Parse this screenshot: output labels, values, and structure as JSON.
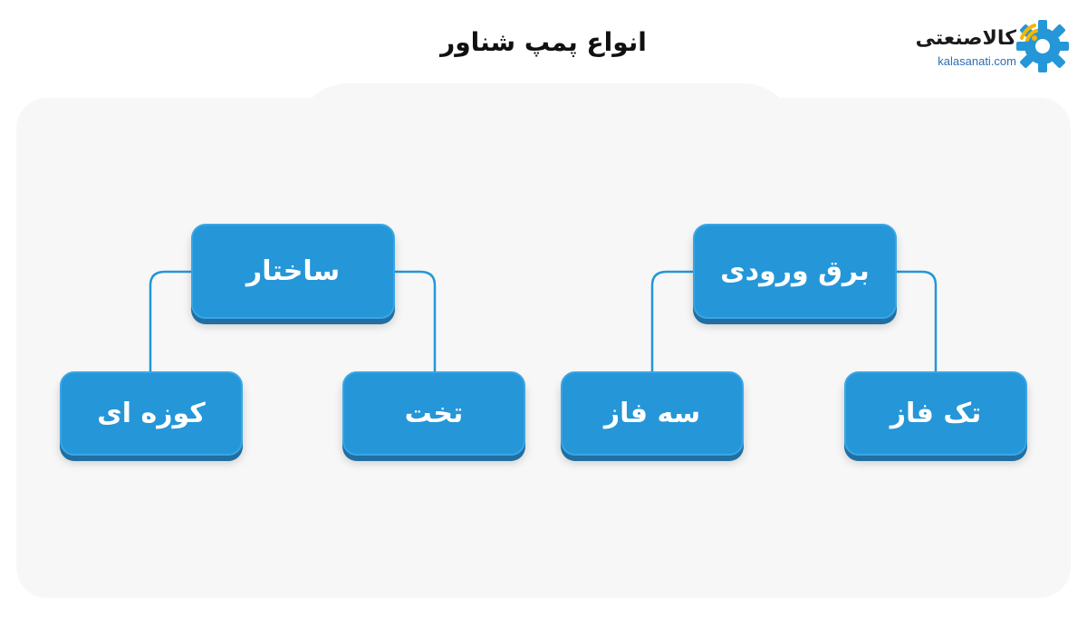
{
  "title": "انواع پمپ شناور",
  "logo": {
    "name": "کالاصنعتی",
    "url": "kalasanati.com",
    "icon": "gear-wifi-logo",
    "colors": {
      "gear": "#2596d8",
      "signal": "#f2b705"
    }
  },
  "colors": {
    "node_fill": "#2596d8",
    "node_shadow": "#1f6fa3",
    "connector": "#2596d8",
    "background": "#f7f7f7"
  },
  "diagram": {
    "groups": [
      {
        "label": "برق ورودی",
        "children": [
          "تک فاز",
          "سه فاز"
        ]
      },
      {
        "label": "ساختار",
        "children": [
          "تخت",
          "کوزه ای"
        ]
      }
    ]
  }
}
